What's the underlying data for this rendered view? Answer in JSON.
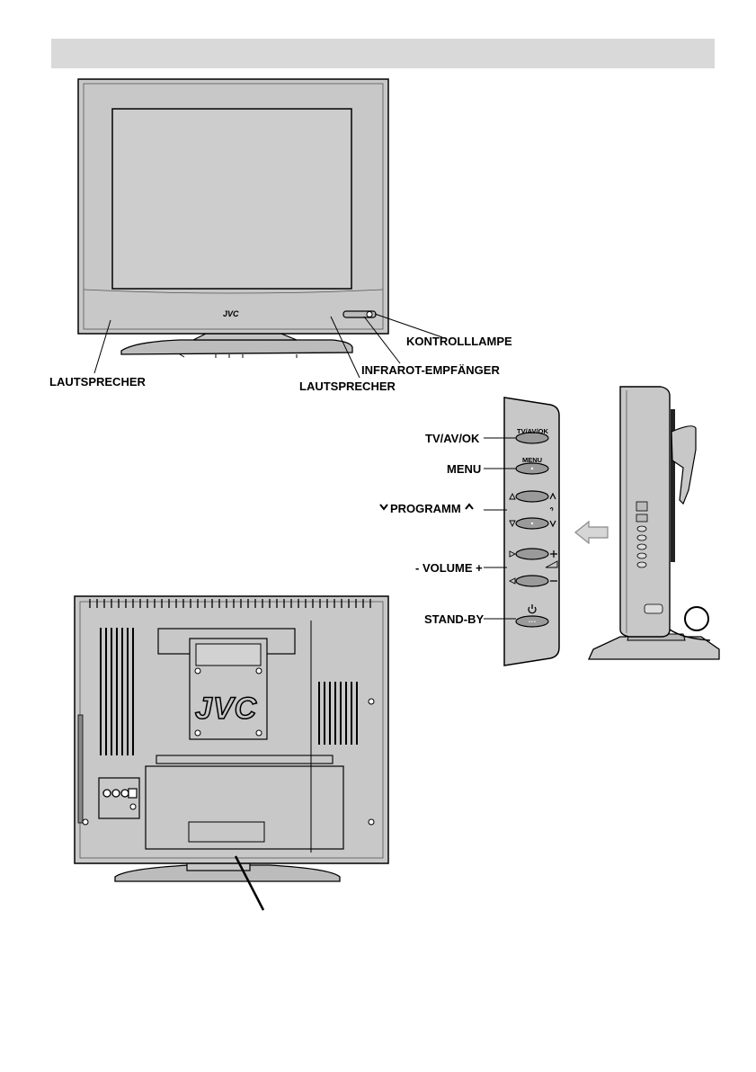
{
  "labels": {
    "kontrolllampe": "KONTROLLLAMPE",
    "infrarot": "INFRAROT-EMPFÄNGER",
    "lautsprecher_left": "LAUTSPRECHER",
    "lautsprecher_right": "LAUTSPRECHER",
    "tv_av_ok": "TV/AV/OK",
    "menu": "MENU",
    "programm": "PROGRAMM",
    "volume": "- VOLUME +",
    "standby": "STAND-BY"
  },
  "panel": {
    "tv_av_ok": "TV/AV/OK",
    "menu": "MENU"
  },
  "brand": {
    "front_logo": "JVC",
    "back_logo": "JVC"
  },
  "colors": {
    "body_gray": "#c8c8c8",
    "header_gray": "#d9d9d9",
    "outline": "#000000"
  }
}
